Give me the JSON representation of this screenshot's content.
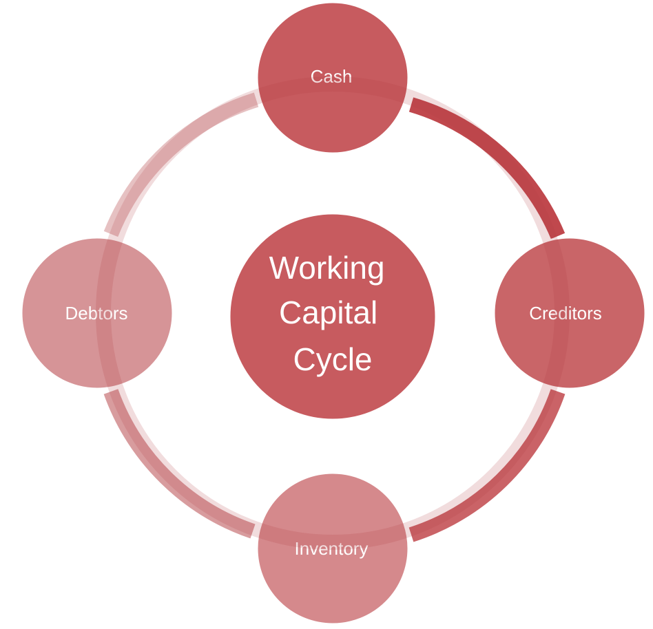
{
  "diagram": {
    "center": {
      "lines": [
        "Working",
        "Capital",
        "Cycle"
      ]
    },
    "nodes": [
      {
        "id": "cash",
        "label": "Cash"
      },
      {
        "id": "creditors",
        "label": "Creditors"
      },
      {
        "id": "inventory",
        "label": "Inventory"
      },
      {
        "id": "debtors",
        "label": "Debtors"
      }
    ],
    "colors": {
      "center": "#c75b5f",
      "cash": "#c75b5f",
      "creditors": "#c96568",
      "inventory": "#d5898c",
      "debtors": "#d69497",
      "arc_cash_creditors": "#c0484d",
      "arc_creditors_inventory": "#ca6367",
      "arc_inventory_debtors": "#d89c9e",
      "arc_debtors_cash": "#e6c1c2"
    }
  }
}
